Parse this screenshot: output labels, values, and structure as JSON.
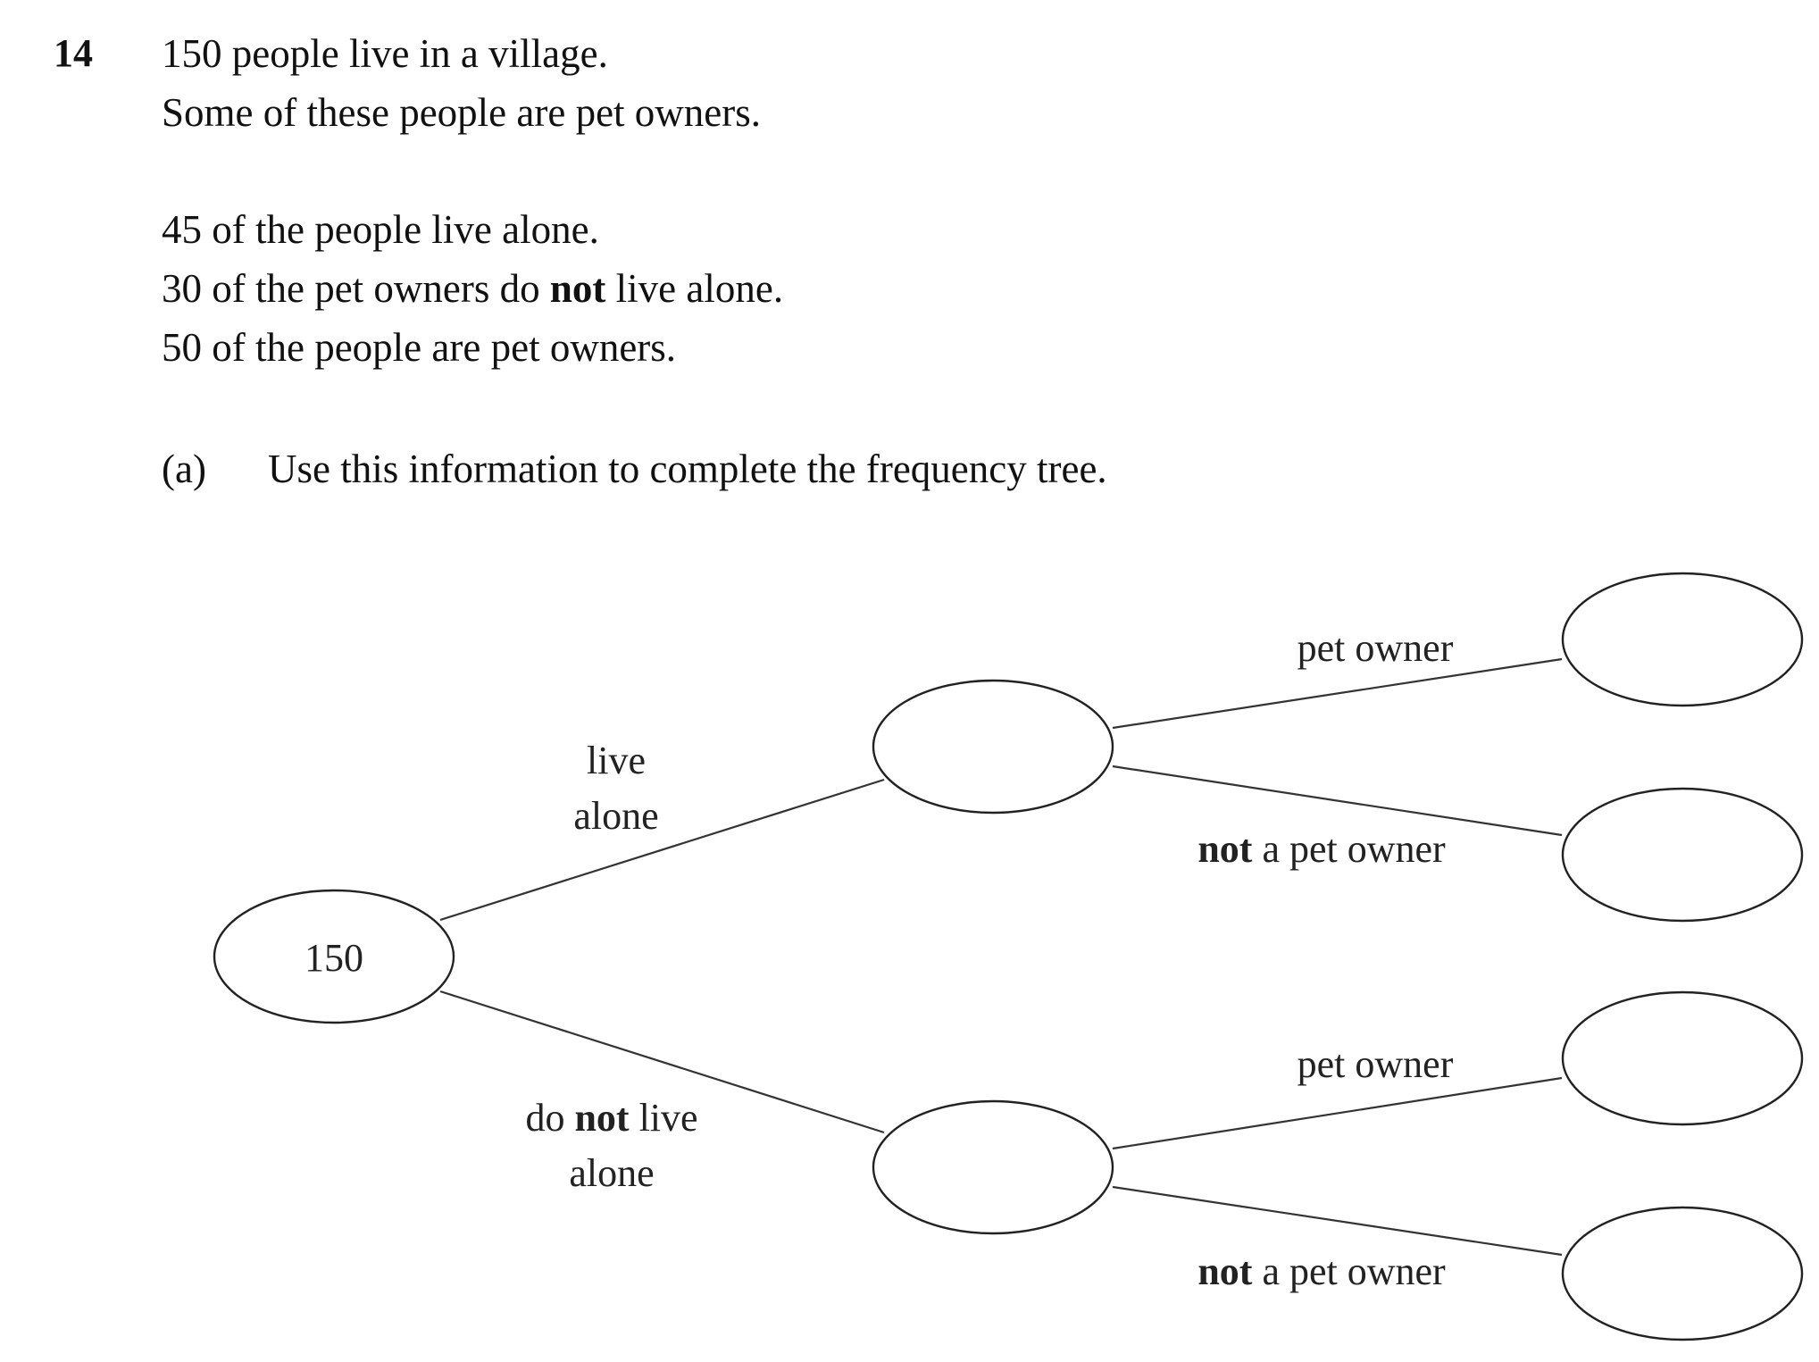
{
  "question": {
    "number": "14",
    "lines": {
      "l1": "150 people live in a village.",
      "l2": "Some of these people are pet owners.",
      "l3": "45 of the people live alone.",
      "l4_pre": "30 of the pet owners do ",
      "l4_bold": "not",
      "l4_post": " live alone.",
      "l5": "50 of the people are pet owners."
    },
    "part_a": {
      "label": "(a)",
      "text": "Use this information to complete the frequency tree."
    }
  },
  "tree": {
    "root_value": "150",
    "branch_live_alone": {
      "line1": "live",
      "line2": "alone"
    },
    "branch_not_alone": {
      "line1_pre": "do ",
      "line1_bold": "not",
      "line1_post": " live",
      "line2": "alone"
    },
    "leaf_pet_owner": "pet owner",
    "leaf_not_bold": "not",
    "leaf_not_rest": " a pet owner"
  }
}
